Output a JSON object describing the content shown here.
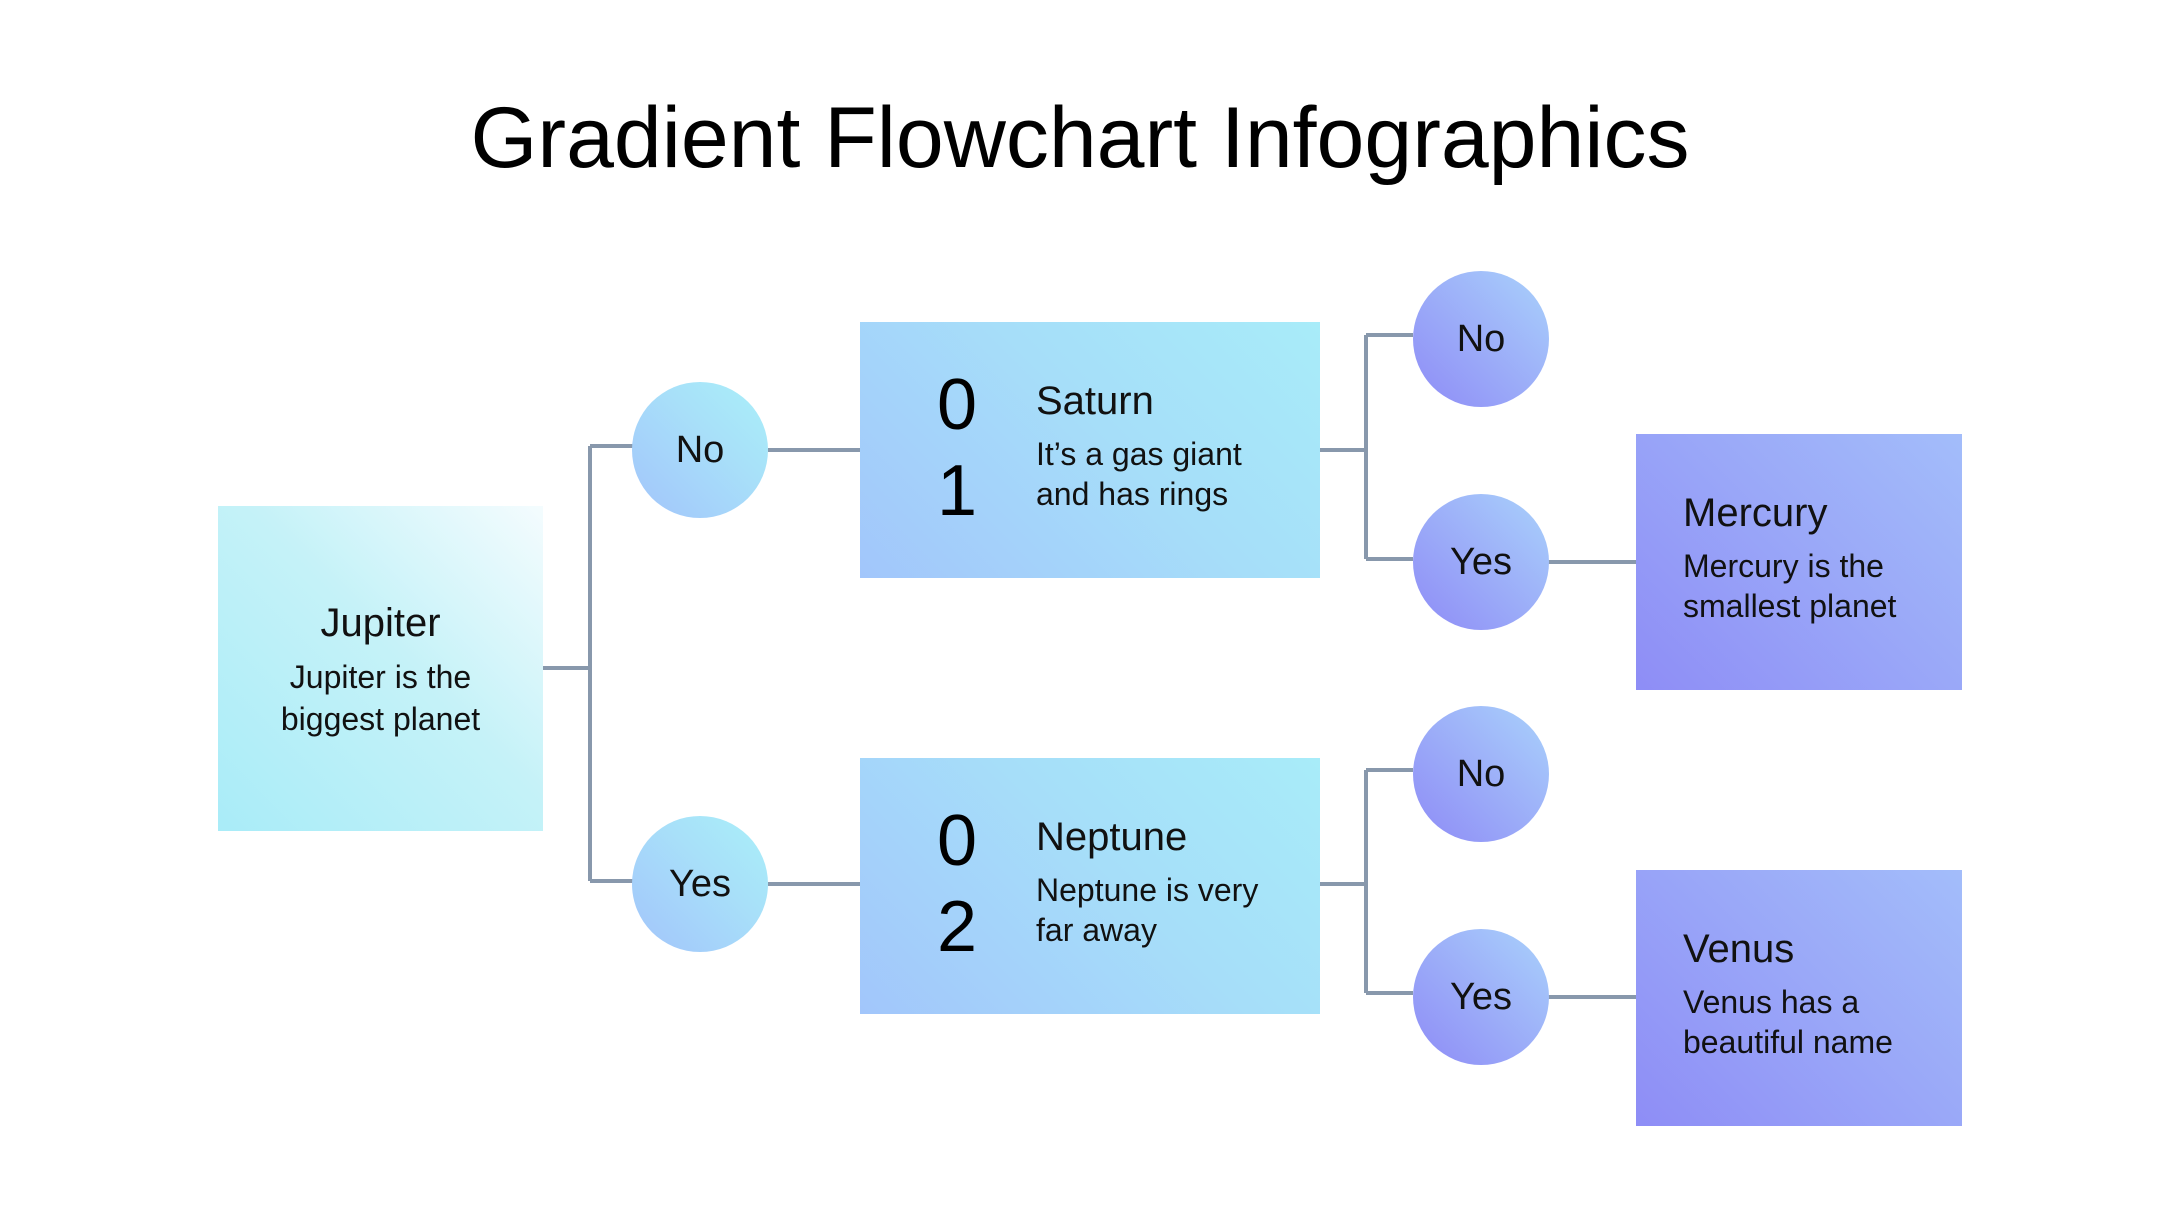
{
  "title": "Gradient Flowchart Infographics",
  "colors": {
    "connector": "#8898ac",
    "cyan_light": "#a9ecf8",
    "blue_light": "#a2c6fb",
    "violet": "#8e8df6"
  },
  "root": {
    "name": "Jupiter",
    "desc": "Jupiter is the biggest planet"
  },
  "branches": [
    {
      "decision": "No",
      "step": {
        "digit_1": "0",
        "digit_2": "1",
        "name": "Saturn",
        "desc": "It’s a gas giant and has rings"
      },
      "decision_no": "No",
      "decision_yes": "Yes",
      "result": {
        "name": "Mercury",
        "desc": "Mercury is the smallest planet"
      }
    },
    {
      "decision": "Yes",
      "step": {
        "digit_1": "0",
        "digit_2": "2",
        "name": "Neptune",
        "desc": "Neptune is very far away"
      },
      "decision_no": "No",
      "decision_yes": "Yes",
      "result": {
        "name": "Venus",
        "desc": "Venus has a beautiful name"
      }
    }
  ]
}
